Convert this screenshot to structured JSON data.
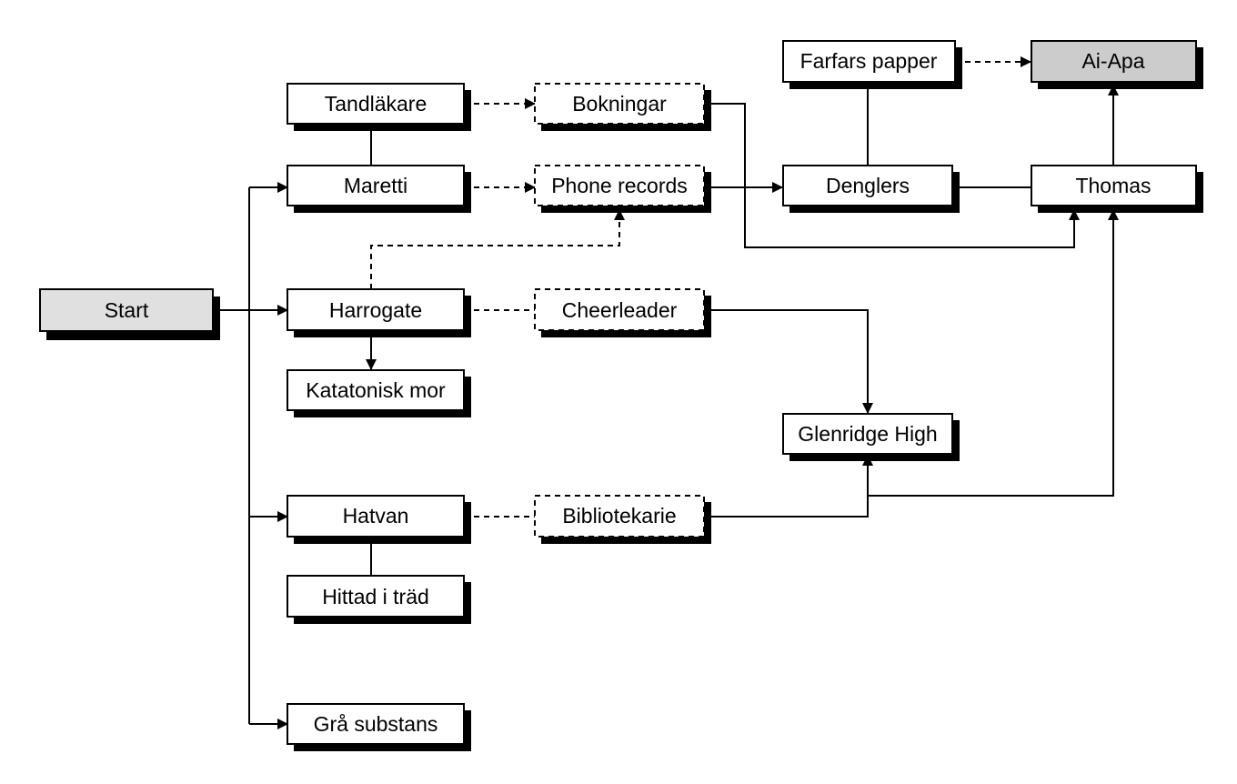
{
  "nodes": {
    "start": {
      "label": "Start",
      "fill": "#e0e0e0",
      "style": "solid"
    },
    "tandlakare": {
      "label": "Tandläkare",
      "fill": "#ffffff",
      "style": "solid"
    },
    "maretti": {
      "label": "Maretti",
      "fill": "#ffffff",
      "style": "solid"
    },
    "harrogate": {
      "label": "Harrogate",
      "fill": "#ffffff",
      "style": "solid"
    },
    "katatonisk_mor": {
      "label": "Katatonisk mor",
      "fill": "#ffffff",
      "style": "solid"
    },
    "hatvan": {
      "label": "Hatvan",
      "fill": "#ffffff",
      "style": "solid"
    },
    "hittad_i_trad": {
      "label": "Hittad i träd",
      "fill": "#ffffff",
      "style": "solid"
    },
    "gra_substans": {
      "label": "Grå substans",
      "fill": "#ffffff",
      "style": "solid"
    },
    "bokningar": {
      "label": "Bokningar",
      "fill": "#ffffff",
      "style": "dashed"
    },
    "phone_records": {
      "label": "Phone records",
      "fill": "#ffffff",
      "style": "dashed"
    },
    "cheerleader": {
      "label": "Cheerleader",
      "fill": "#ffffff",
      "style": "dashed"
    },
    "bibliotekarie": {
      "label": "Bibliotekarie",
      "fill": "#ffffff",
      "style": "dashed"
    },
    "farfars_papper": {
      "label": "Farfars papper",
      "fill": "#ffffff",
      "style": "solid"
    },
    "ai_apa": {
      "label": "Ai-Apa",
      "fill": "#cccccc",
      "style": "solid"
    },
    "denglers": {
      "label": "Denglers",
      "fill": "#ffffff",
      "style": "solid"
    },
    "thomas": {
      "label": "Thomas",
      "fill": "#ffffff",
      "style": "solid"
    },
    "glenridge_high": {
      "label": "Glenridge High",
      "fill": "#ffffff",
      "style": "solid"
    }
  },
  "edges": [
    {
      "from": "start",
      "to": "maretti",
      "style": "solid",
      "arrow": true
    },
    {
      "from": "start",
      "to": "harrogate",
      "style": "solid",
      "arrow": true
    },
    {
      "from": "start",
      "to": "hatvan",
      "style": "solid",
      "arrow": true
    },
    {
      "from": "start",
      "to": "gra_substans",
      "style": "solid",
      "arrow": true
    },
    {
      "from": "tandlakare",
      "to": "maretti",
      "style": "solid",
      "arrow": false
    },
    {
      "from": "harrogate",
      "to": "katatonisk_mor",
      "style": "solid",
      "arrow": true
    },
    {
      "from": "hatvan",
      "to": "hittad_i_trad",
      "style": "solid",
      "arrow": false
    },
    {
      "from": "tandlakare",
      "to": "bokningar",
      "style": "dashed",
      "arrow": true
    },
    {
      "from": "maretti",
      "to": "phone_records",
      "style": "dashed",
      "arrow": true
    },
    {
      "from": "harrogate",
      "to": "phone_records",
      "style": "dashed",
      "arrow": true
    },
    {
      "from": "harrogate",
      "to": "cheerleader",
      "style": "dashed",
      "arrow": false
    },
    {
      "from": "hatvan",
      "to": "bibliotekarie",
      "style": "dashed",
      "arrow": false
    },
    {
      "from": "phone_records",
      "to": "denglers",
      "style": "solid",
      "arrow": true
    },
    {
      "from": "bokningar",
      "to": "thomas",
      "style": "solid",
      "arrow": true
    },
    {
      "from": "denglers",
      "to": "thomas",
      "style": "solid",
      "arrow": false
    },
    {
      "from": "denglers",
      "to": "farfars_papper",
      "style": "solid",
      "arrow": false
    },
    {
      "from": "farfars_papper",
      "to": "ai_apa",
      "style": "dashed",
      "arrow": true
    },
    {
      "from": "thomas",
      "to": "ai_apa",
      "style": "solid",
      "arrow": true
    },
    {
      "from": "cheerleader",
      "to": "glenridge_high",
      "style": "solid",
      "arrow": true
    },
    {
      "from": "bibliotekarie",
      "to": "glenridge_high",
      "style": "solid",
      "arrow": true
    },
    {
      "from": "glenridge_high",
      "to": "thomas",
      "style": "solid",
      "arrow": true
    }
  ]
}
